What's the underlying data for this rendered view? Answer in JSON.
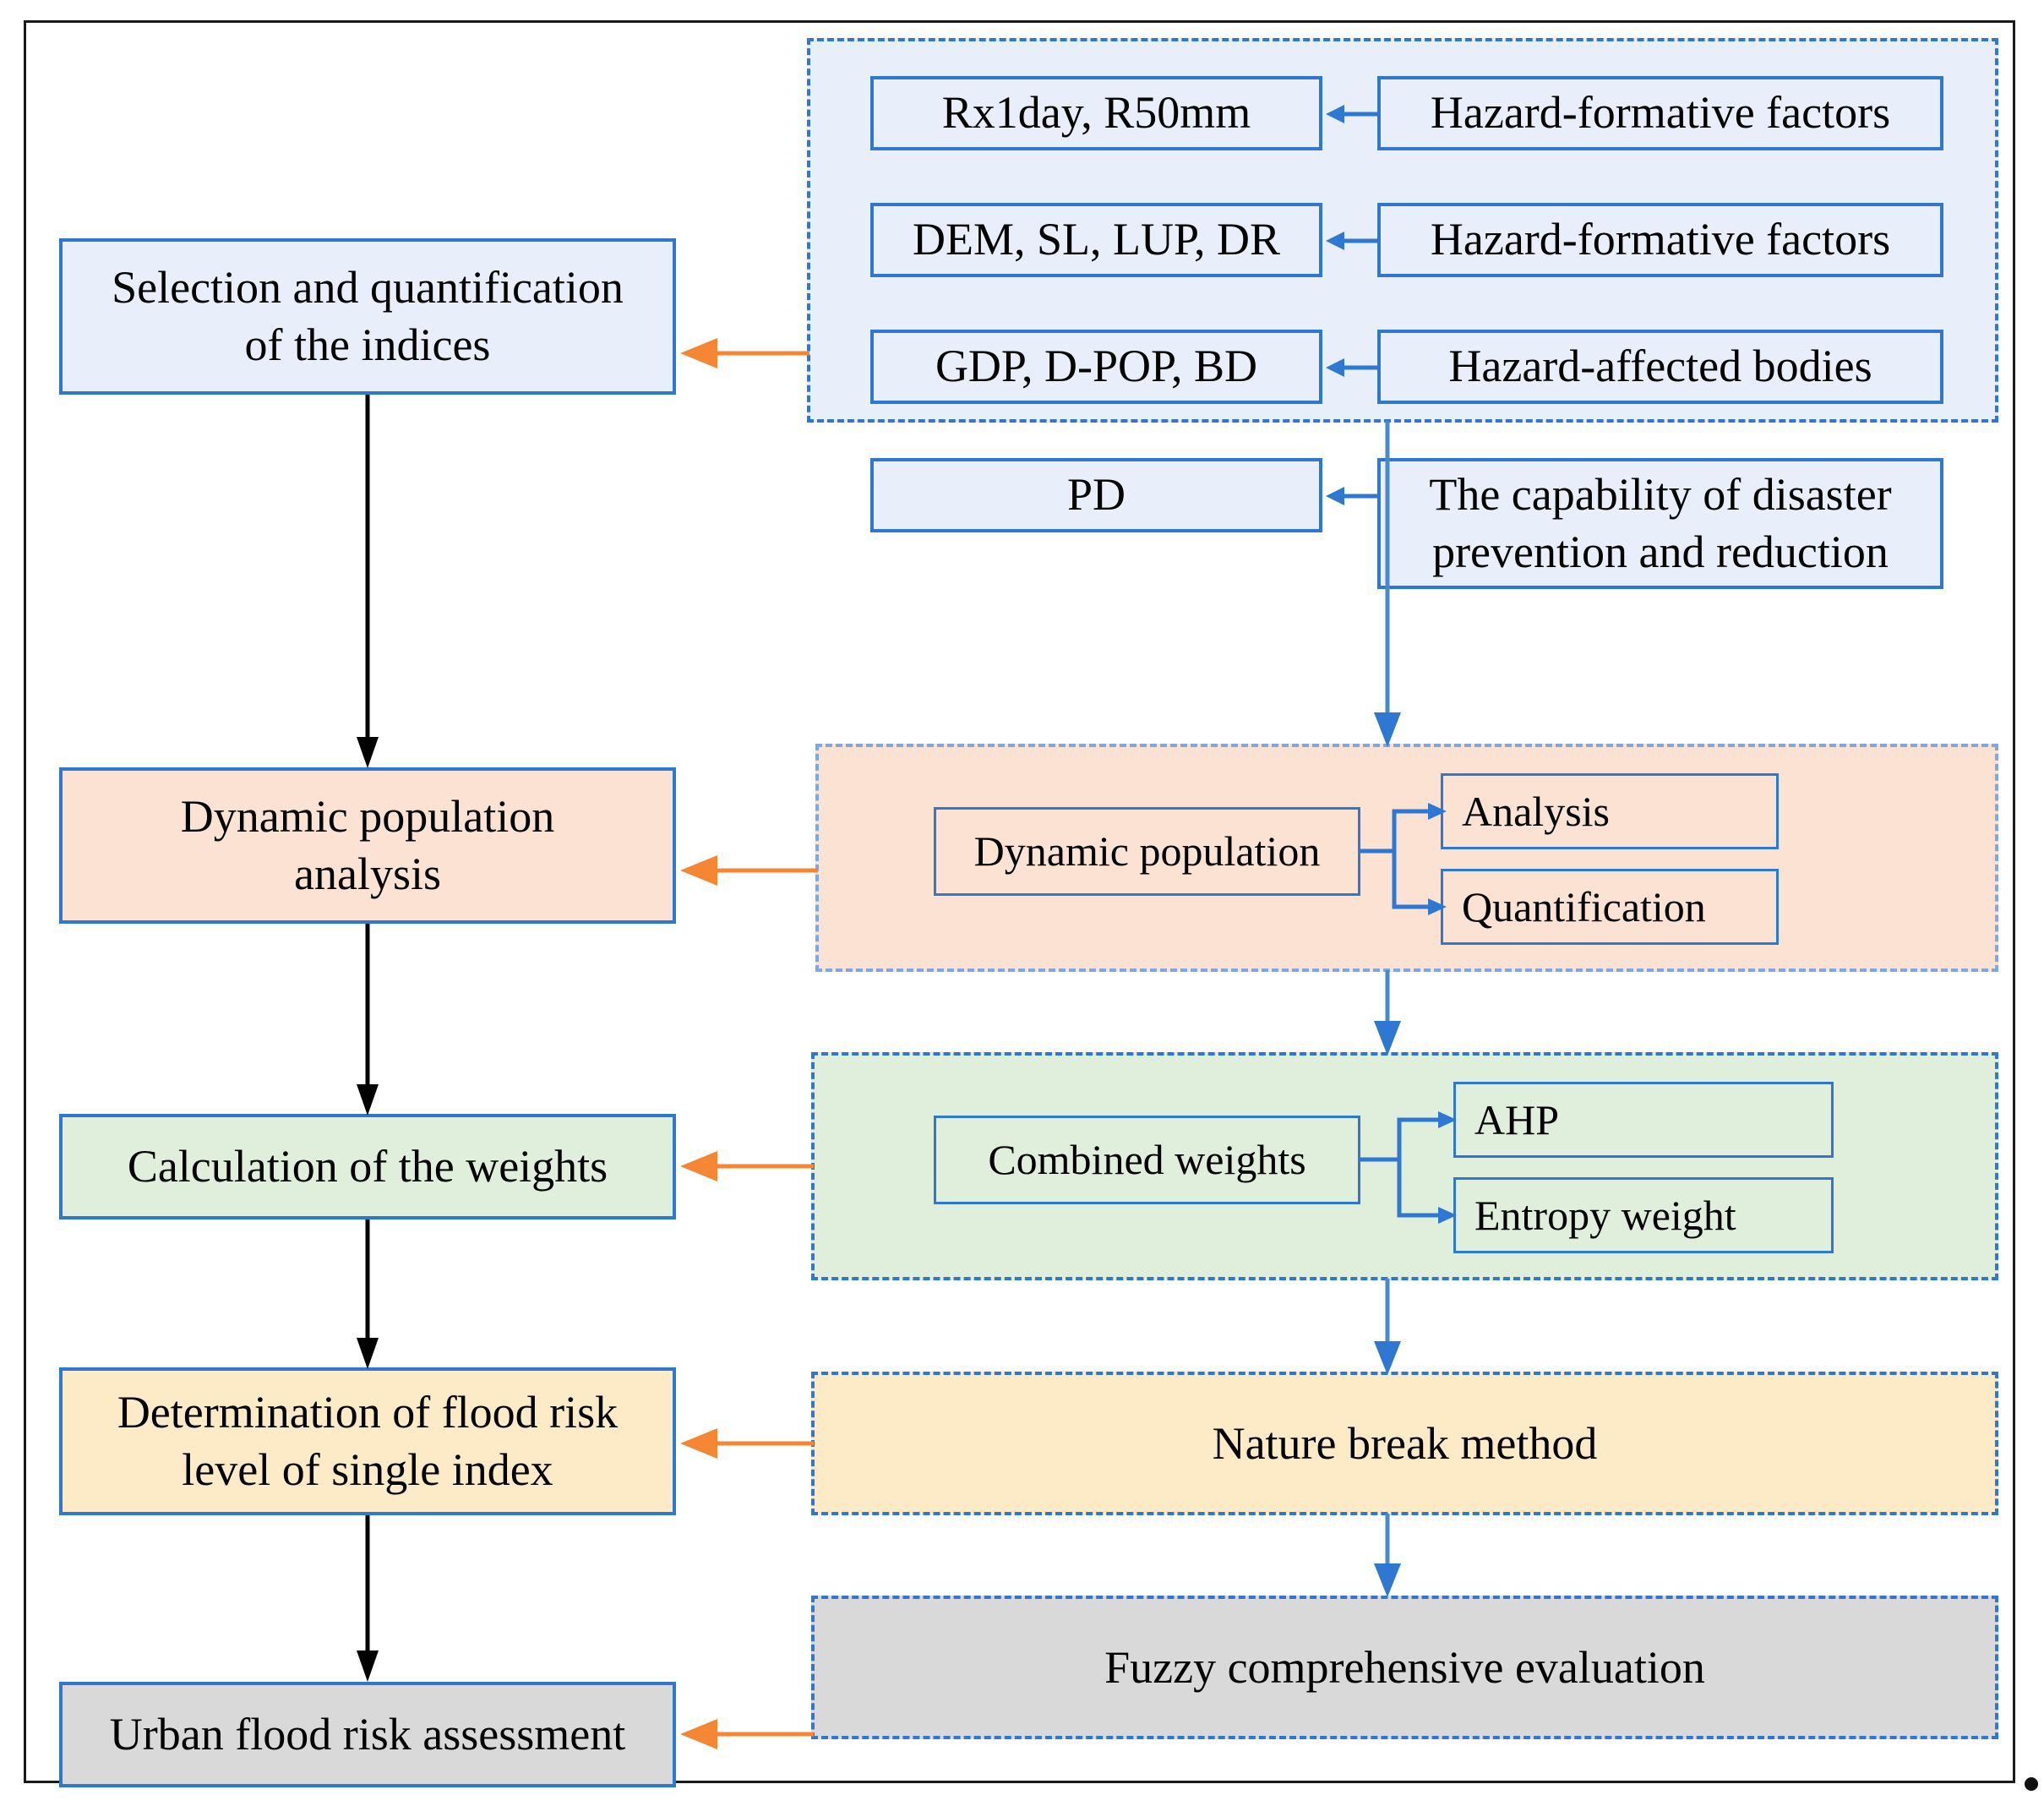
{
  "figure": {
    "title": "Urban flood risk assessment framework flowchart",
    "colors": {
      "box_border": "#2E78D2",
      "group_border": "#2E78D2",
      "orange_arrow": "#F58634",
      "blue_arrow": "#2E78D2",
      "black_arrow": "#000000",
      "fill_blue": "#E8EFFA",
      "fill_peach": "#FBE2D3",
      "fill_green": "#E0EFDC",
      "fill_yellow": "#FCEBC6",
      "fill_grey": "#D9D9D9"
    }
  },
  "left_column": {
    "steps": [
      {
        "label": "Selection and quantification\nof the indices",
        "line1": "Selection and quantification",
        "line2": "of the indices"
      },
      {
        "label": "Dynamic population analysis",
        "line1": "Dynamic population",
        "line2": "analysis"
      },
      {
        "label": "Calculation of the weights",
        "line1": "Calculation of the weights",
        "line2": ""
      },
      {
        "label": "Determination of flood risk level of single index",
        "line1": "Determination of flood risk",
        "line2": "level of single index"
      },
      {
        "label": "Urban flood risk assessment",
        "line1": "Urban flood risk assessment",
        "line2": ""
      }
    ]
  },
  "right_groups": {
    "indices": {
      "rows": [
        {
          "index": "Rx1day, R50mm",
          "category": "Hazard-formative factors"
        },
        {
          "index": "DEM, SL, LUP, DR",
          "category": "Hazard-formative factors"
        },
        {
          "index": "GDP, D-POP, BD",
          "category": "Hazard-affected bodies"
        },
        {
          "index": "PD",
          "category_line1": "The capability of disaster",
          "category_line2": "prevention and reduction",
          "category": "The capability of disaster prevention and reduction"
        }
      ]
    },
    "population": {
      "source": "Dynamic population",
      "branches": [
        "Analysis",
        "Quantification"
      ]
    },
    "weights": {
      "source": "Combined weights",
      "branches": [
        "AHP",
        "Entropy weight"
      ]
    },
    "classification": {
      "label": "Nature break method"
    },
    "evaluation": {
      "label": "Fuzzy comprehensive evaluation"
    }
  }
}
